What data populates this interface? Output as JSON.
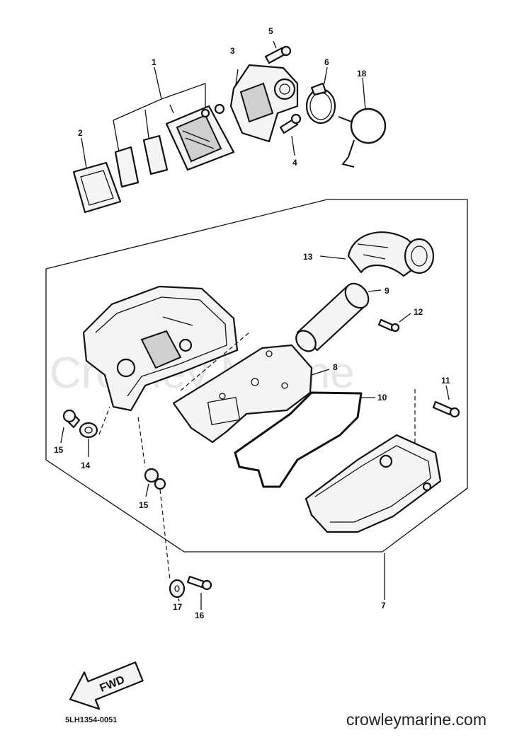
{
  "watermark": "Crowley Marine",
  "ref_code": "5LH1354-0051",
  "site_label": "crowleymarine.com",
  "fwd_label": "FWD",
  "callouts": {
    "c1": "1",
    "c2": "2",
    "c3": "3",
    "c4": "4",
    "c5": "5",
    "c6": "6",
    "c7": "7",
    "c8": "8",
    "c9": "9",
    "c10": "10",
    "c11": "11",
    "c12": "12",
    "c13": "13",
    "c14": "14",
    "c15a": "15",
    "c15b": "15",
    "c16": "16",
    "c17": "17",
    "c18": "18"
  }
}
